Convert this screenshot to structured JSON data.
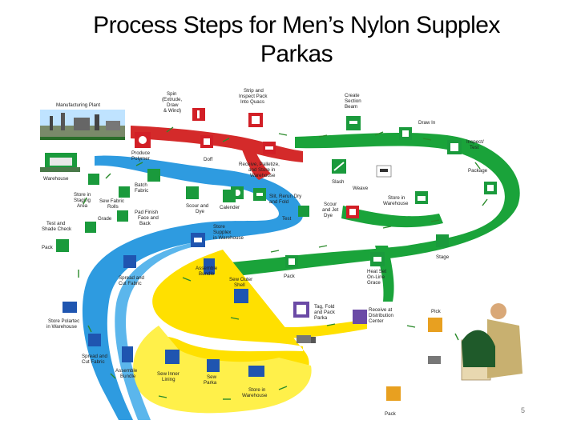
{
  "title": {
    "line1": "Process Steps for Men’s Nylon Supplex",
    "line2": "Parkas"
  },
  "page_number": "5",
  "colors": {
    "red_stream": "#d42a2a",
    "green_stream": "#1aa33a",
    "blue_stream": "#2e9be0",
    "yellow_stream": "#ffe000",
    "icon_red": "#d21f26",
    "icon_green": "#1a9a3c",
    "icon_blue": "#1f55b0",
    "icon_purple": "#6b4aa6",
    "arrow": "#2a8a2a"
  },
  "steps": {
    "manufacturing_plant": "Manufacturing Plant",
    "produce_polymer": [
      "Produce",
      "Polymer"
    ],
    "spin": [
      "Spin",
      "(Extrude,",
      "Draw",
      "& Wind)"
    ],
    "strip_inspect": [
      "Strip and",
      "Inspect Pack",
      "Into Quacs"
    ],
    "create_section_beam": [
      "Create",
      "Section",
      "Beam"
    ],
    "doff": "Doff",
    "receive_palletize": [
      "Receive, Palletize,",
      "and Store in",
      "Warehouse"
    ],
    "draw_in": "Draw In",
    "inspect_test_1": [
      "Inspect/",
      "Test"
    ],
    "package": "Package",
    "slash": "Slash",
    "weave": "Weave",
    "store_in_warehouse_1": [
      "Store in",
      "Warehouse"
    ],
    "warehouse": "Warehouse",
    "store_staging": [
      "Store in",
      "Staging",
      "Area"
    ],
    "batch_fabric": [
      "Batch",
      "Fabric"
    ],
    "sew_fabric_rolls": [
      "Sew Fabric",
      "Rolls"
    ],
    "scour_dye_1": [
      "Scour and",
      "Dye"
    ],
    "pad_finish_face_back": [
      "Pad Finish",
      "Face and",
      "Back"
    ],
    "calender": "Calender",
    "grade": "Grade",
    "slit_rerun_dry": [
      "Slit, Rerun Dry",
      "and Fold"
    ],
    "test": "Test",
    "scour_jet_dye": [
      "Scour",
      "and Jet",
      "Dye"
    ],
    "test_shade_check": [
      "Test and",
      "Shade Check"
    ],
    "store_supplex": [
      "Store",
      "Supplex",
      "in Warehouse"
    ],
    "pack_1": "Pack",
    "pack_2": "Pack",
    "stage": "Stage",
    "spread_cut_1": [
      "Spread and",
      "Cut Fabric"
    ],
    "assemble_bundle_1": [
      "Assemble",
      "Bundle"
    ],
    "sew_outer_shell": [
      "Sew Outer",
      "Shell"
    ],
    "heat_set": [
      "Heat Set",
      "On-Line",
      "Grace"
    ],
    "tag_fold_pack": [
      "Tag, Fold",
      "and Pack",
      "Parka"
    ],
    "receive_distribution": [
      "Receive at",
      "Distribution",
      "Center"
    ],
    "pick": "Pick",
    "store_polartec": [
      "Store Polartec",
      "in Warehouse"
    ],
    "spread_cut_2": [
      "Spread and",
      "Cut Fabric"
    ],
    "assemble_bundle_2": [
      "Assemble",
      "Bundle"
    ],
    "sew_inner_lining": [
      "Sew Inner",
      "Lining"
    ],
    "sew_parka": [
      "Sew",
      "Parka"
    ],
    "store_in_warehouse_2": [
      "Store in",
      "Warehouse"
    ],
    "pack_3": "Pack"
  }
}
